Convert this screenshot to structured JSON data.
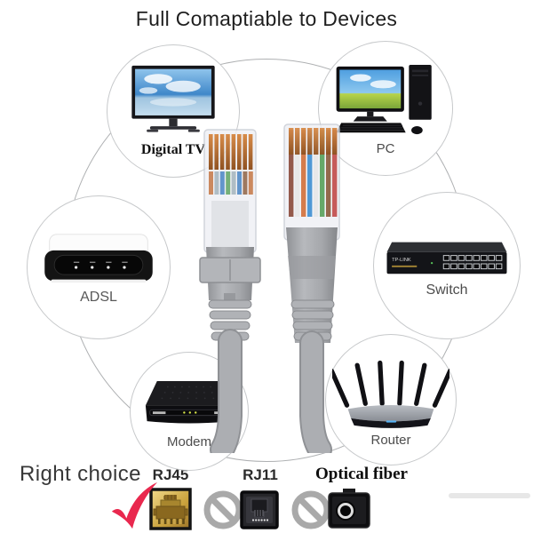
{
  "title": "Full Comaptiable to Devices",
  "diagram": {
    "center_graphic": "two-gray-rj45-ethernet-cable-connectors",
    "devices": [
      {
        "id": "digital-tv",
        "label": "Digital TV"
      },
      {
        "id": "pc",
        "label": "PC"
      },
      {
        "id": "adsl",
        "label": "ADSL"
      },
      {
        "id": "switch",
        "label": "Switch"
      },
      {
        "id": "modem",
        "label": "Modem"
      },
      {
        "id": "router",
        "label": "Router"
      }
    ]
  },
  "footer": {
    "heading": "Right choice",
    "options": [
      {
        "label": "RJ45",
        "status": "recommended",
        "icon": "rj45-port-icon"
      },
      {
        "label": "RJ11",
        "status": "prohibited",
        "icon": "rj11-port-icon"
      },
      {
        "label": "Optical fiber",
        "status": "prohibited",
        "icon": "optical-fiber-port-icon"
      }
    ]
  },
  "colors": {
    "checkmark_red": "#e9284e",
    "rj45_gold": "#c9a13b",
    "prohibit_gray": "#a9a9a9",
    "cable_gray": "#a9abae",
    "circle_outline": "#aeb0b2",
    "title_text": "#1f1f1f",
    "device_label_text": "#4c4c4c"
  }
}
